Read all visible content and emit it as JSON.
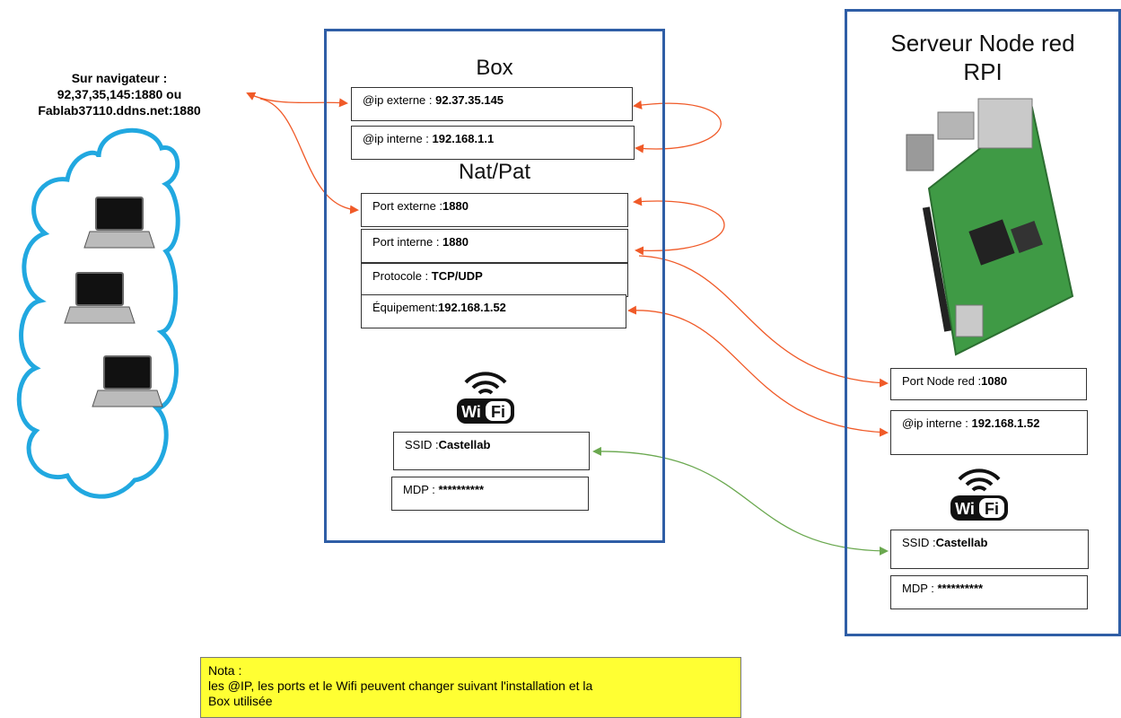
{
  "browser": {
    "line1": "Sur navigateur :",
    "line2": "92,37,35,145:1880    ou",
    "line3": "Fablab37110.ddns.net:1880"
  },
  "box": {
    "title": "Box",
    "ip_externe": {
      "label": "@ip  externe : ",
      "value": "92.37.35.145"
    },
    "ip_interne": {
      "label": "@ip  interne : ",
      "value": "192.168.1.1"
    },
    "natpat_title": "Nat/Pat",
    "port_externe": {
      "label": "Port externe :",
      "value": "1880"
    },
    "port_interne": {
      "label": "Port interne : ",
      "value": "1880"
    },
    "protocole": {
      "label": "Protocole : ",
      "value": "TCP/UDP"
    },
    "equipement": {
      "label": "Équipement:",
      "value": "192.168.1.52"
    },
    "ssid": {
      "label": "SSID :",
      "value": "Castellab"
    },
    "mdp": {
      "label": "MDP : ",
      "value": "**********"
    }
  },
  "server": {
    "title_line1": "Serveur Node red",
    "title_line2": "RPI",
    "port_node_red": {
      "label": "Port Node red :",
      "value": "1080"
    },
    "ip_interne": {
      "label": "@ip  interne : ",
      "value": "192.168.1.52"
    },
    "ssid": {
      "label": "SSID :",
      "value": "Castellab"
    },
    "mdp": {
      "label": "MDP : ",
      "value": "**********"
    }
  },
  "wifi_logo_text": {
    "left": "Wi",
    "right": "Fi"
  },
  "nota": {
    "line1": "Nota :",
    "line2": "les @IP,  les ports et le Wifi peuvent changer suivant l'installation et la",
    "line3": "Box utilisée"
  },
  "colors": {
    "panel_border": "#2f5ea6",
    "cloud": "#21a8e0",
    "arrow_red": "#f05a28",
    "arrow_green": "#6aa84f",
    "nota_bg": "#ffff33"
  }
}
